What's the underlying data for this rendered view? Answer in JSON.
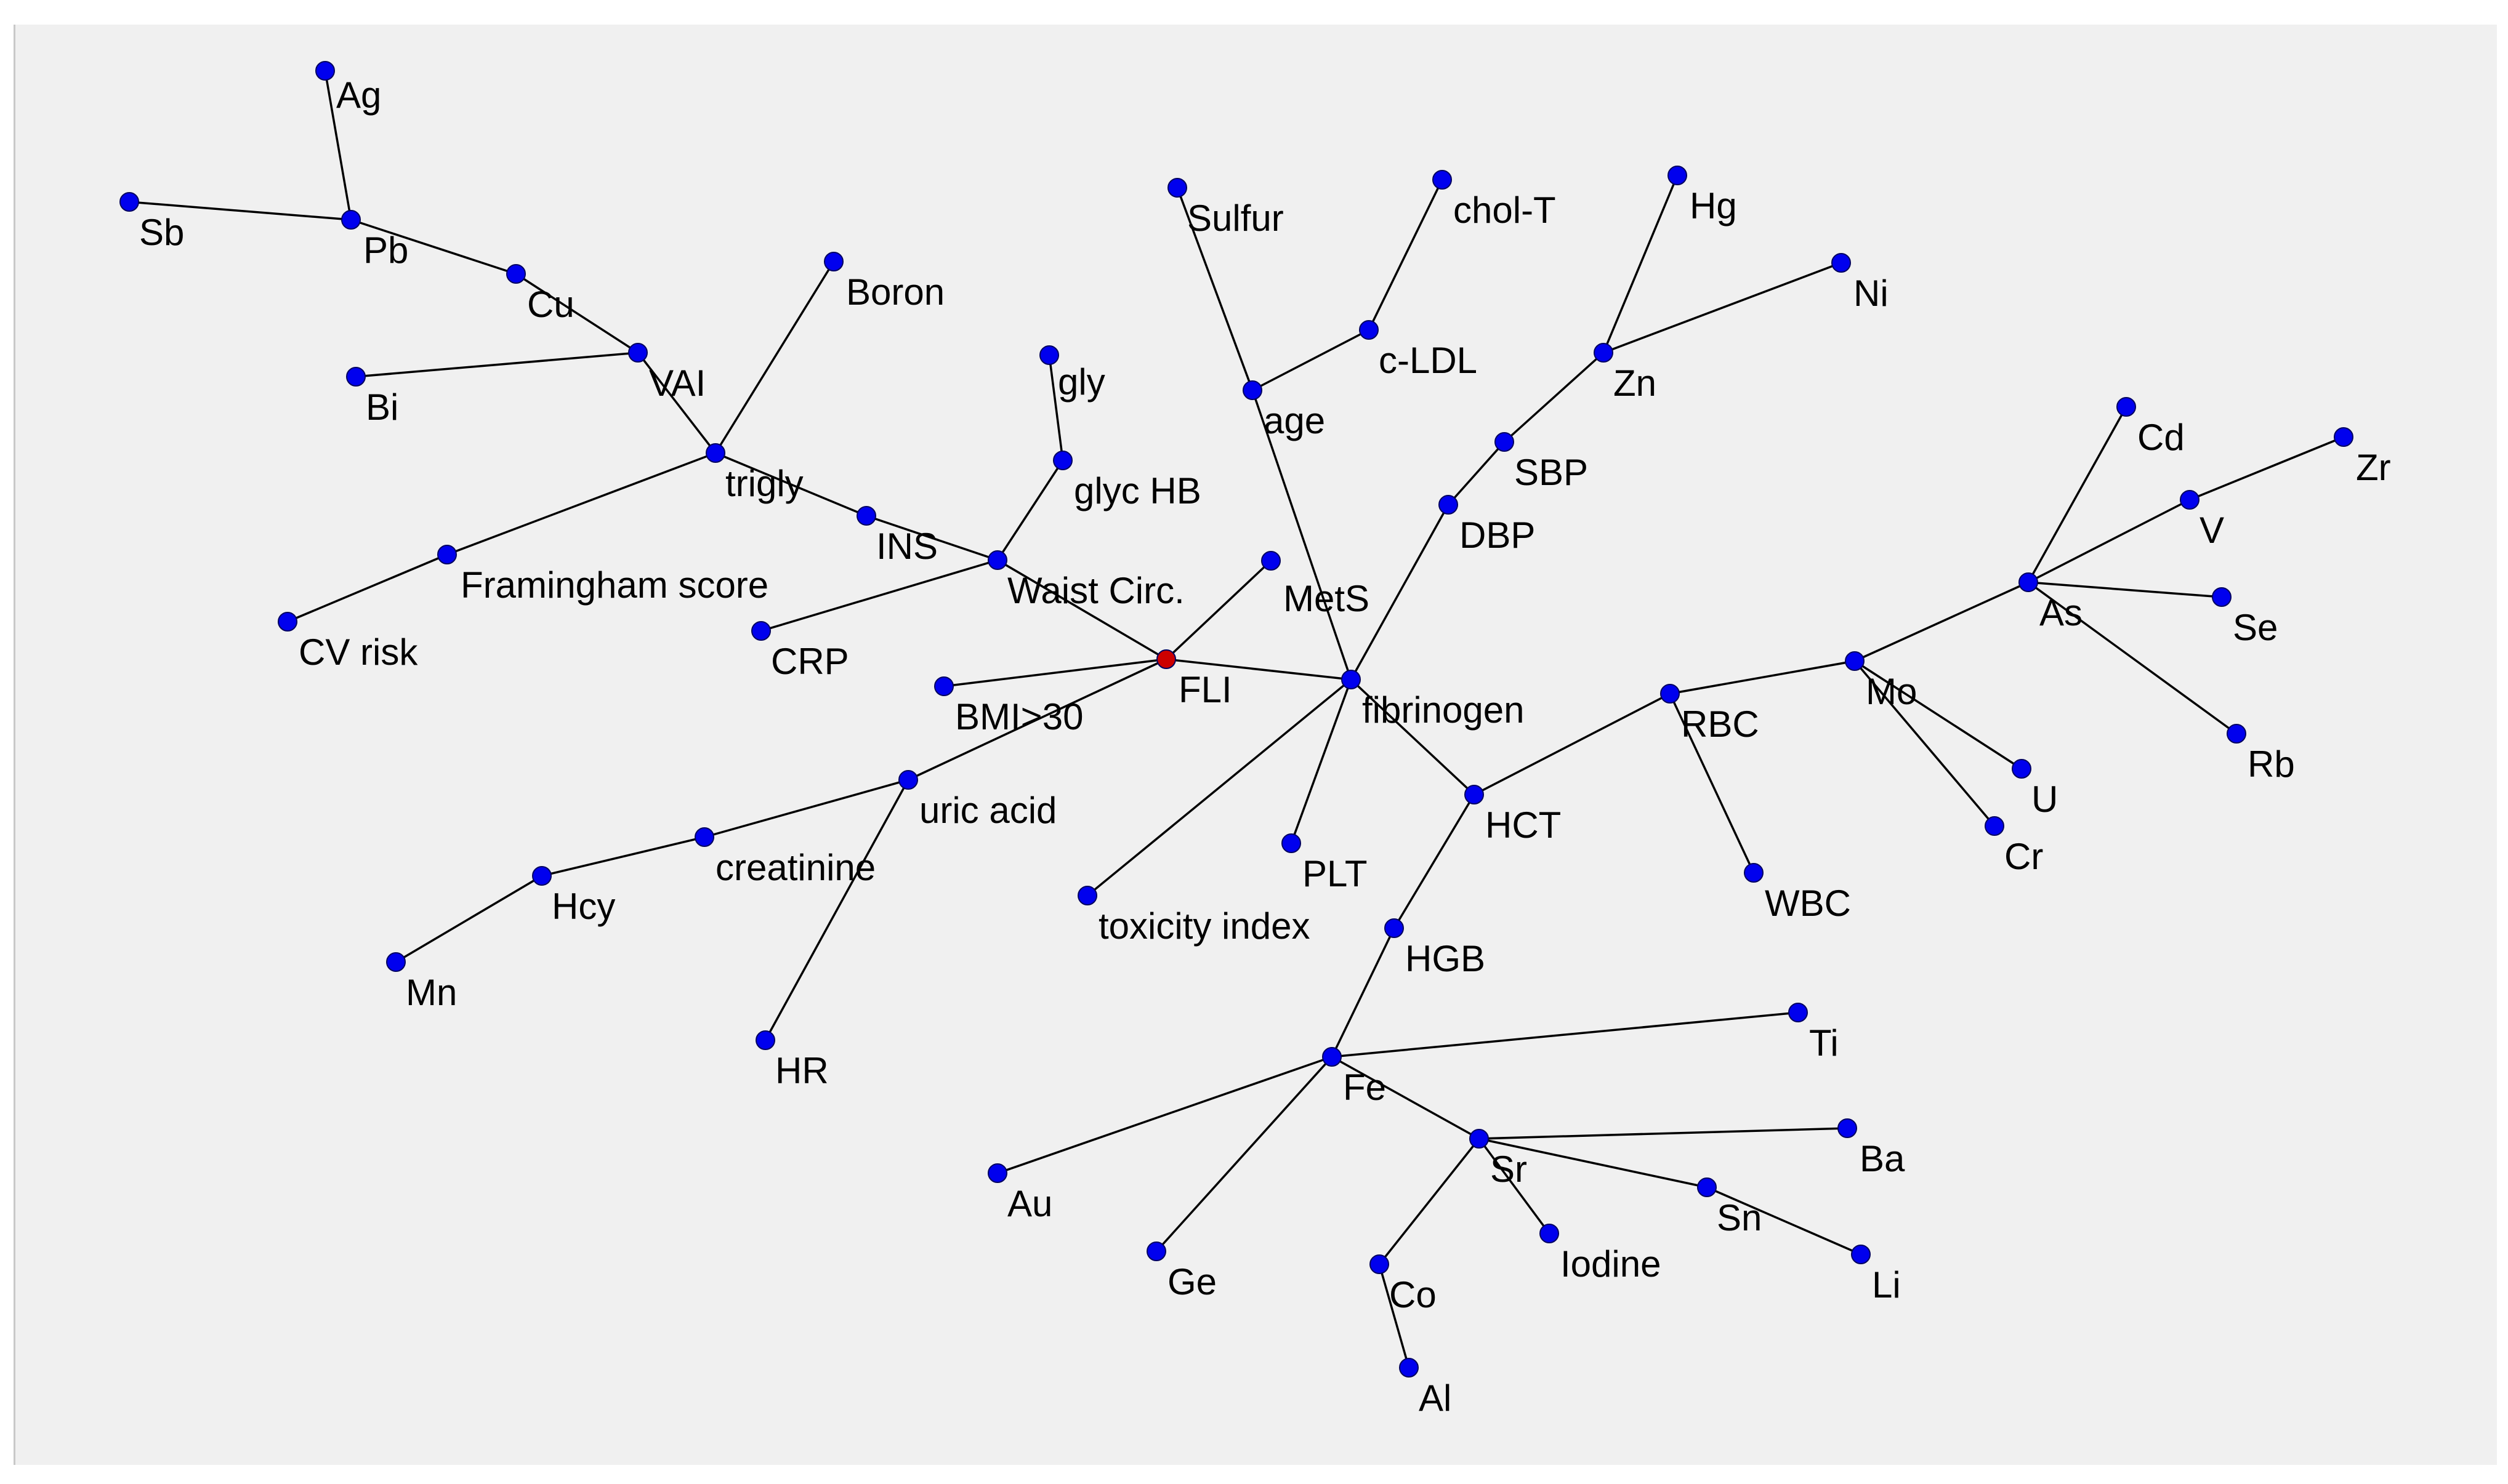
{
  "graph": {
    "nodes": [
      {
        "id": "Ag",
        "label": "Ag",
        "color": "#0000ee"
      },
      {
        "id": "Sb",
        "label": "Sb",
        "color": "#0000ee"
      },
      {
        "id": "Pb",
        "label": "Pb",
        "color": "#0000ee"
      },
      {
        "id": "Cu",
        "label": "Cu",
        "color": "#0000ee"
      },
      {
        "id": "Bi",
        "label": "Bi",
        "color": "#0000ee"
      },
      {
        "id": "VAI",
        "label": "VAI",
        "color": "#0000ee"
      },
      {
        "id": "Boron",
        "label": "Boron",
        "color": "#0000ee"
      },
      {
        "id": "trigly",
        "label": "trigly",
        "color": "#0000ee"
      },
      {
        "id": "Framingham",
        "label": "Framingham score",
        "color": "#0000ee"
      },
      {
        "id": "CVrisk",
        "label": "CV risk",
        "color": "#0000ee"
      },
      {
        "id": "INS",
        "label": "INS",
        "color": "#0000ee"
      },
      {
        "id": "gly",
        "label": "gly",
        "color": "#0000ee"
      },
      {
        "id": "glycHB",
        "label": "glyc HB",
        "color": "#0000ee"
      },
      {
        "id": "Waist",
        "label": "Waist Circ.",
        "color": "#0000ee"
      },
      {
        "id": "CRP",
        "label": "CRP",
        "color": "#0000ee"
      },
      {
        "id": "Sulfur",
        "label": "Sulfur",
        "color": "#0000ee"
      },
      {
        "id": "age",
        "label": "age",
        "color": "#0000ee"
      },
      {
        "id": "cholT",
        "label": "chol-T",
        "color": "#0000ee"
      },
      {
        "id": "cLDL",
        "label": "c-LDL",
        "color": "#0000ee"
      },
      {
        "id": "MetS",
        "label": "MetS",
        "color": "#0000ee"
      },
      {
        "id": "FLI",
        "label": "FLI",
        "color": "#cc0000"
      },
      {
        "id": "BMI",
        "label": "BMI>30",
        "color": "#0000ee"
      },
      {
        "id": "fibrinogen",
        "label": "fibrinogen",
        "color": "#0000ee"
      },
      {
        "id": "Hg",
        "label": "Hg",
        "color": "#0000ee"
      },
      {
        "id": "Ni",
        "label": "Ni",
        "color": "#0000ee"
      },
      {
        "id": "Zn",
        "label": "Zn",
        "color": "#0000ee"
      },
      {
        "id": "SBP",
        "label": "SBP",
        "color": "#0000ee"
      },
      {
        "id": "DBP",
        "label": "DBP",
        "color": "#0000ee"
      },
      {
        "id": "uric",
        "label": "uric acid",
        "color": "#0000ee"
      },
      {
        "id": "creatinine",
        "label": "creatinine",
        "color": "#0000ee"
      },
      {
        "id": "Hcy",
        "label": "Hcy",
        "color": "#0000ee"
      },
      {
        "id": "Mn",
        "label": "Mn",
        "color": "#0000ee"
      },
      {
        "id": "HR",
        "label": "HR",
        "color": "#0000ee"
      },
      {
        "id": "toxicity",
        "label": "toxicity index",
        "color": "#0000ee"
      },
      {
        "id": "PLT",
        "label": "PLT",
        "color": "#0000ee"
      },
      {
        "id": "HCT",
        "label": "HCT",
        "color": "#0000ee"
      },
      {
        "id": "RBC",
        "label": "RBC",
        "color": "#0000ee"
      },
      {
        "id": "WBC",
        "label": "WBC",
        "color": "#0000ee"
      },
      {
        "id": "Mo",
        "label": "Mo",
        "color": "#0000ee"
      },
      {
        "id": "U",
        "label": "U",
        "color": "#0000ee"
      },
      {
        "id": "Cr",
        "label": "Cr",
        "color": "#0000ee"
      },
      {
        "id": "As",
        "label": "As",
        "color": "#0000ee"
      },
      {
        "id": "Cd",
        "label": "Cd",
        "color": "#0000ee"
      },
      {
        "id": "V",
        "label": "V",
        "color": "#0000ee"
      },
      {
        "id": "Zr",
        "label": "Zr",
        "color": "#0000ee"
      },
      {
        "id": "Se",
        "label": "Se",
        "color": "#0000ee"
      },
      {
        "id": "Rb",
        "label": "Rb",
        "color": "#0000ee"
      },
      {
        "id": "HGB",
        "label": "HGB",
        "color": "#0000ee"
      },
      {
        "id": "Fe",
        "label": "Fe",
        "color": "#0000ee"
      },
      {
        "id": "Ti",
        "label": "Ti",
        "color": "#0000ee"
      },
      {
        "id": "Au",
        "label": "Au",
        "color": "#0000ee"
      },
      {
        "id": "Ge",
        "label": "Ge",
        "color": "#0000ee"
      },
      {
        "id": "Sr",
        "label": "Sr",
        "color": "#0000ee"
      },
      {
        "id": "Ba",
        "label": "Ba",
        "color": "#0000ee"
      },
      {
        "id": "Sn",
        "label": "Sn",
        "color": "#0000ee"
      },
      {
        "id": "Li",
        "label": "Li",
        "color": "#0000ee"
      },
      {
        "id": "Iodine",
        "label": "Iodine",
        "color": "#0000ee"
      },
      {
        "id": "Co",
        "label": "Co",
        "color": "#0000ee"
      },
      {
        "id": "Al",
        "label": "Al",
        "color": "#0000ee"
      }
    ],
    "edges": [
      [
        "Ag",
        "Pb"
      ],
      [
        "Sb",
        "Pb"
      ],
      [
        "Pb",
        "Cu"
      ],
      [
        "Cu",
        "VAI"
      ],
      [
        "Bi",
        "VAI"
      ],
      [
        "VAI",
        "trigly"
      ],
      [
        "Boron",
        "trigly"
      ],
      [
        "trigly",
        "Framingham"
      ],
      [
        "Framingham",
        "CVrisk"
      ],
      [
        "trigly",
        "INS"
      ],
      [
        "INS",
        "Waist"
      ],
      [
        "gly",
        "glycHB"
      ],
      [
        "glycHB",
        "Waist"
      ],
      [
        "CRP",
        "Waist"
      ],
      [
        "Waist",
        "FLI"
      ],
      [
        "Sulfur",
        "age"
      ],
      [
        "cholT",
        "cLDL"
      ],
      [
        "cLDL",
        "age"
      ],
      [
        "age",
        "fibrinogen"
      ],
      [
        "MetS",
        "FLI"
      ],
      [
        "BMI",
        "FLI"
      ],
      [
        "FLI",
        "fibrinogen"
      ],
      [
        "FLI",
        "uric"
      ],
      [
        "Hg",
        "Zn"
      ],
      [
        "Ni",
        "Zn"
      ],
      [
        "Zn",
        "SBP"
      ],
      [
        "SBP",
        "DBP"
      ],
      [
        "DBP",
        "fibrinogen"
      ],
      [
        "uric",
        "creatinine"
      ],
      [
        "creatinine",
        "Hcy"
      ],
      [
        "Hcy",
        "Mn"
      ],
      [
        "uric",
        "HR"
      ],
      [
        "fibrinogen",
        "toxicity"
      ],
      [
        "fibrinogen",
        "PLT"
      ],
      [
        "fibrinogen",
        "HCT"
      ],
      [
        "HCT",
        "RBC"
      ],
      [
        "RBC",
        "WBC"
      ],
      [
        "RBC",
        "Mo"
      ],
      [
        "Mo",
        "U"
      ],
      [
        "Mo",
        "Cr"
      ],
      [
        "Mo",
        "As"
      ],
      [
        "As",
        "Cd"
      ],
      [
        "As",
        "V"
      ],
      [
        "V",
        "Zr"
      ],
      [
        "As",
        "Se"
      ],
      [
        "As",
        "Rb"
      ],
      [
        "HCT",
        "HGB"
      ],
      [
        "HGB",
        "Fe"
      ],
      [
        "Fe",
        "Ti"
      ],
      [
        "Fe",
        "Au"
      ],
      [
        "Fe",
        "Ge"
      ],
      [
        "Fe",
        "Sr"
      ],
      [
        "Sr",
        "Ba"
      ],
      [
        "Sr",
        "Sn"
      ],
      [
        "Sn",
        "Li"
      ],
      [
        "Sr",
        "Iodine"
      ],
      [
        "Sr",
        "Co"
      ],
      [
        "Co",
        "Al"
      ]
    ]
  }
}
